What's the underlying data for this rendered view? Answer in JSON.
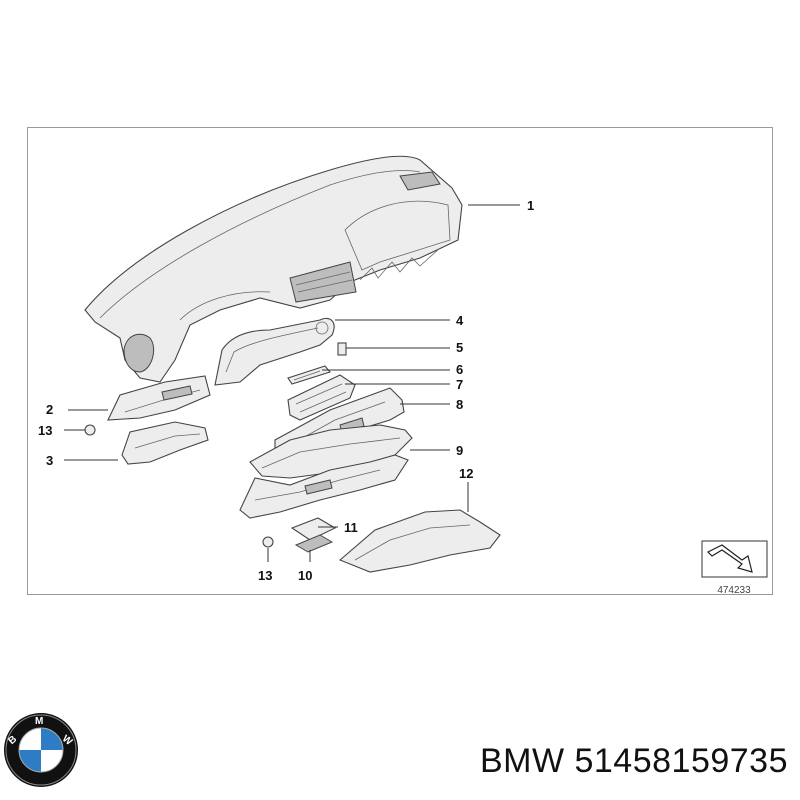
{
  "callouts": [
    {
      "num": "1"
    },
    {
      "num": "2"
    },
    {
      "num": "3"
    },
    {
      "num": "4"
    },
    {
      "num": "5"
    },
    {
      "num": "6"
    },
    {
      "num": "7"
    },
    {
      "num": "8"
    },
    {
      "num": "9"
    },
    {
      "num": "10"
    },
    {
      "num": "11"
    },
    {
      "num": "12"
    },
    {
      "num": "13"
    },
    {
      "num": "13"
    }
  ],
  "diagram_ref": "474233",
  "logo": {
    "lettering": "BMW",
    "colors": {
      "ring": "#111111",
      "blue": "#2d7cc4",
      "white": "#ffffff"
    }
  },
  "brand": "BMW",
  "part_number": "51458159735"
}
